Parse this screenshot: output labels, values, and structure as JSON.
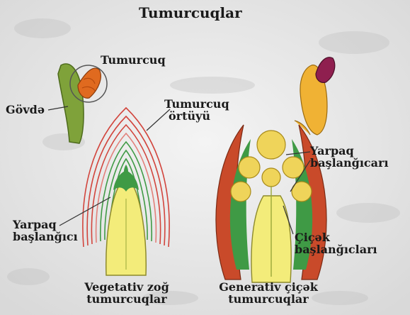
{
  "title": "Tumurcuqlar",
  "labels": {
    "bud": "Tumurcuq",
    "stem": "Gövdə",
    "bud_cover_1": "Tumurcuq",
    "bud_cover_2": "örtüyü",
    "leaf_primordia_1": "Yarpaq",
    "leaf_primordia_2": "başlanğıcarı",
    "leaf_primordium_1": "Yarpaq",
    "leaf_primordium_2": "başlanğıcı",
    "flower_primordia_1": "Çiçək",
    "flower_primordia_2": "başlanğıcları",
    "vegetative_1": "Vegetativ zoğ",
    "vegetative_2": "tumurcuqlar",
    "generative_1": "Generativ çiçək",
    "generative_2": "tumurcuqlar"
  },
  "colors": {
    "scale_red": "#d2453d",
    "scale_green": "#3f9a45",
    "apex_yellow": "#f3ec7a",
    "bud_orange": "#e06a1f",
    "stem_green": "#7fa23a",
    "flower_yellow": "#efd45a",
    "pink_bud": "#8f1f4f"
  }
}
